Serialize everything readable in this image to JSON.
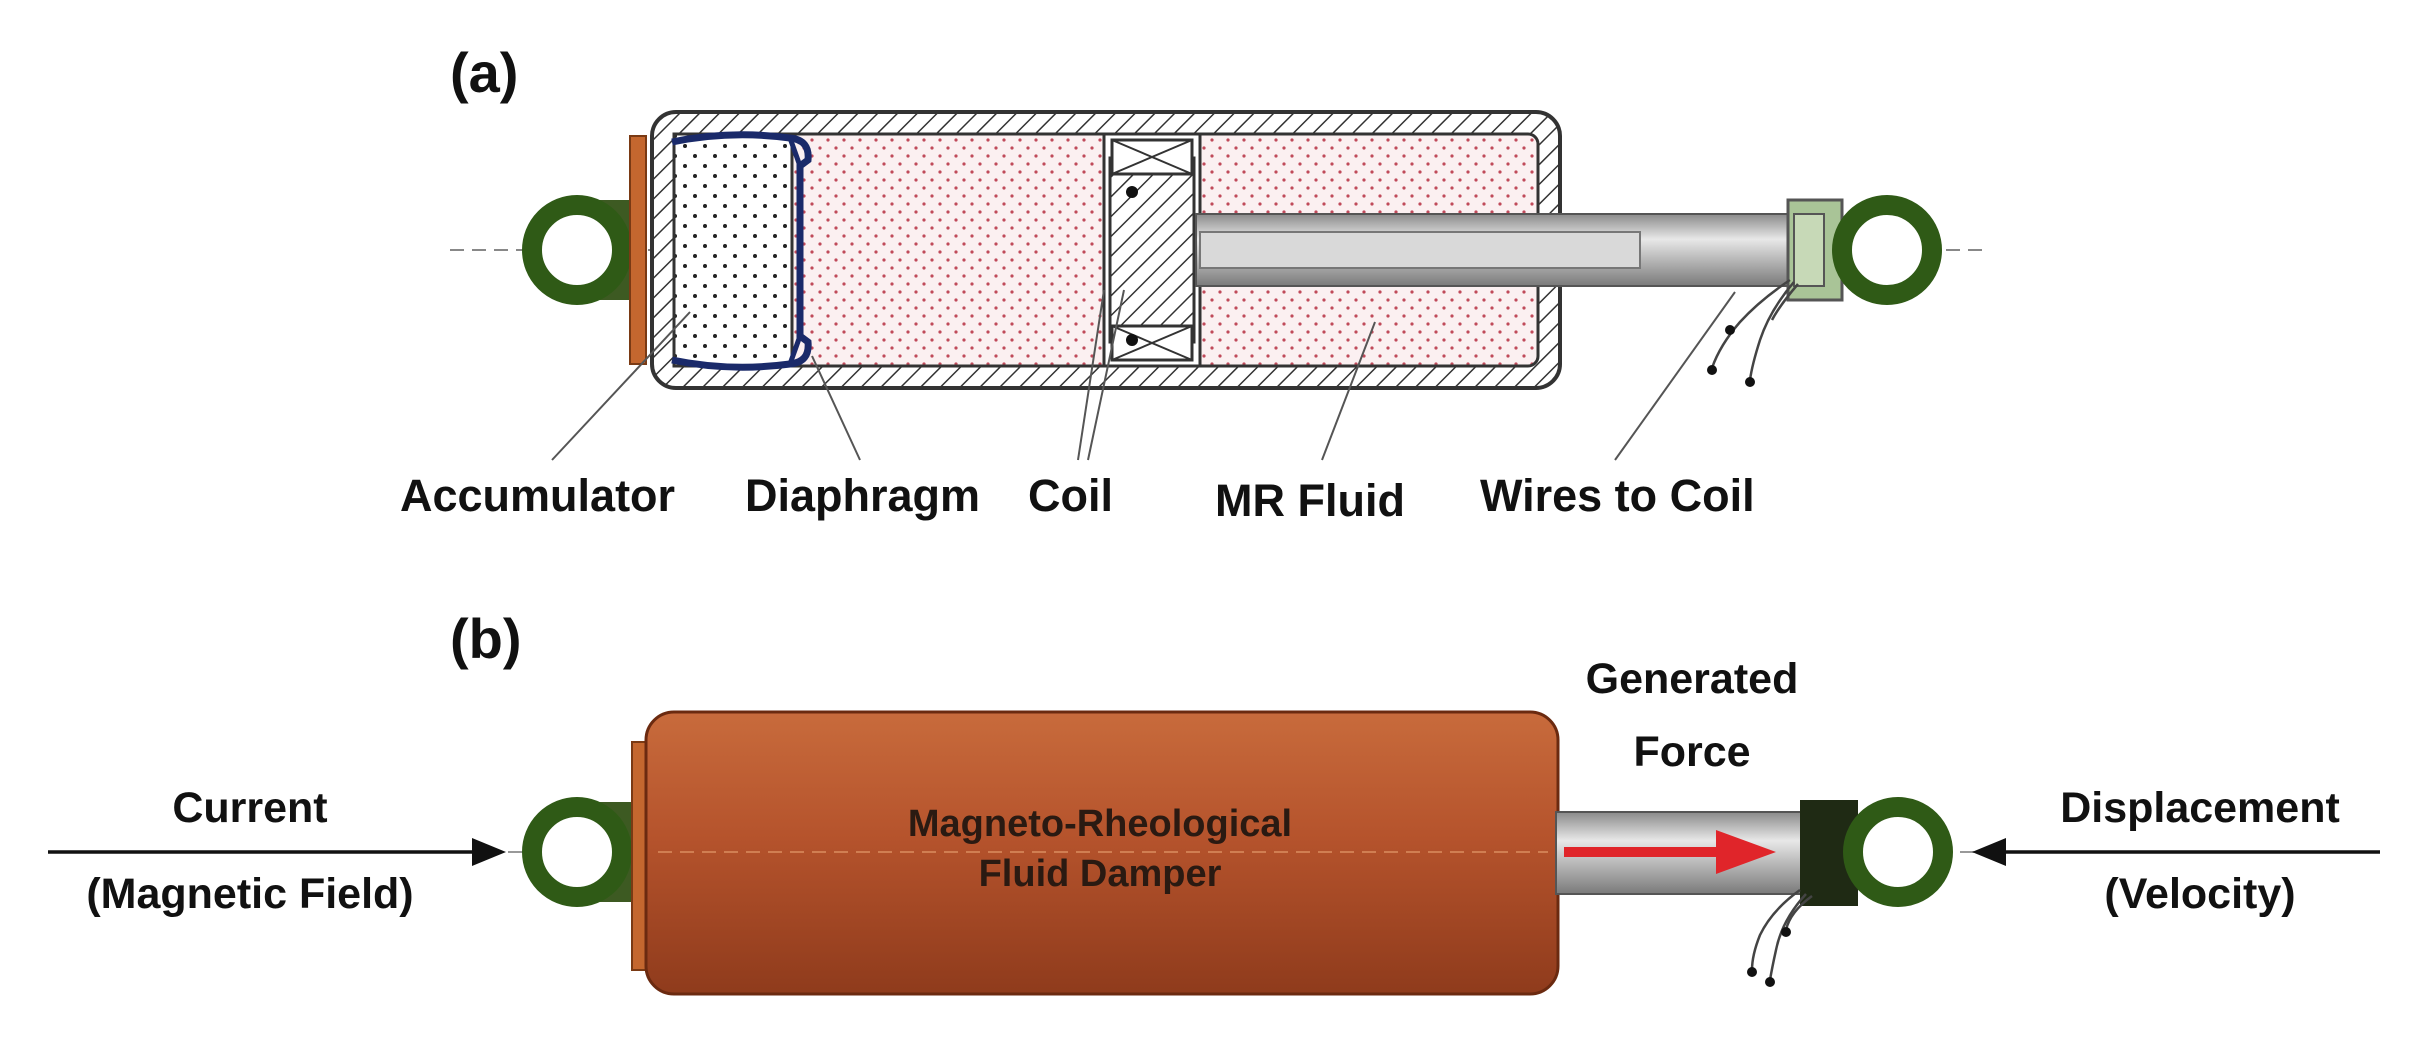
{
  "panels": {
    "a": {
      "label": "(a)",
      "parts": {
        "accumulator": "Accumulator",
        "diaphragm": "Diaphragm",
        "coil": "Coil",
        "mr_fluid": "MR Fluid",
        "wires": "Wires to Coil"
      }
    },
    "b": {
      "label": "(b)",
      "body_title_line1": "Magneto-Rheological",
      "body_title_line2": "Fluid Damper",
      "input_left_line1": "Current",
      "input_left_line2": "(Magnetic Field)",
      "input_right_line1": "Displacement",
      "input_right_line2": "(Velocity)",
      "output_line1": "Generated",
      "output_line2": "Force"
    }
  },
  "colors": {
    "eye_ring": "#2f5a16",
    "housing_outline": "#333333",
    "fluid_dots": "#c04a5a",
    "damper_body": "#b5532c",
    "force_arrow": "#e0252a",
    "end_plate": "#c4672f",
    "rod_cap": "#a9c497"
  }
}
